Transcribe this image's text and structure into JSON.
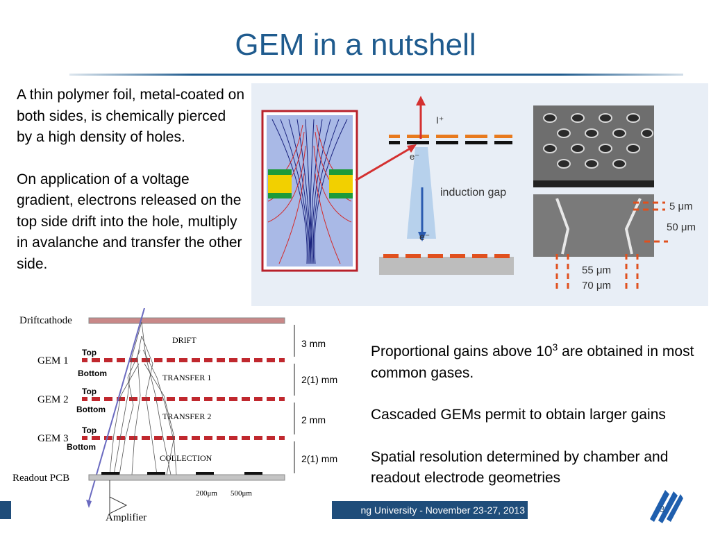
{
  "slide": {
    "title": "GEM in a nutshell",
    "left_text": {
      "para1": "A thin polymer foil, metal-coated on both sides, is chemically pierced by a high density of holes.",
      "para2": "On application of a voltage gradient, electrons released on the top side drift into the hole, multiply in avalanche and transfer the other side."
    },
    "right_text": {
      "para1_before": "Proportional gains above 10",
      "para1_sup": "3",
      "para1_after": " are obtained in most common gases.",
      "para2": "Cascaded GEMs permit to obtain larger gains",
      "para3": "Spatial resolution determined by chamber and readout electrode geometries"
    },
    "footer": "ng University - November 23-27, 2013",
    "page_number": "3"
  },
  "figure_top": {
    "label_i_plus": "I⁺",
    "label_e_top": "e⁻",
    "label_induction": "induction gap",
    "label_e_bottom": "e⁻",
    "dim_5": "5 μm",
    "dim_50": "50 μm",
    "dim_55": "55 μm",
    "dim_70": "70 μm"
  },
  "figure_bottom": {
    "driftcathode": "Driftcathode",
    "drift": "DRIFT",
    "gem1": "GEM 1",
    "gem2": "GEM 2",
    "gem3": "GEM 3",
    "top": "Top",
    "bottom": "Bottom",
    "transfer1": "TRANSFER 1",
    "transfer2": "TRANSFER 2",
    "collection": "COLLECTION",
    "readout": "Readout PCB",
    "amplifier": "Amplifier",
    "dim_3mm": "3 mm",
    "dim_21mm_a": "2(1) mm",
    "dim_2mm": "2 mm",
    "dim_21mm_b": "2(1) mm",
    "dim_200": "200μm",
    "dim_500": "500μm"
  }
}
